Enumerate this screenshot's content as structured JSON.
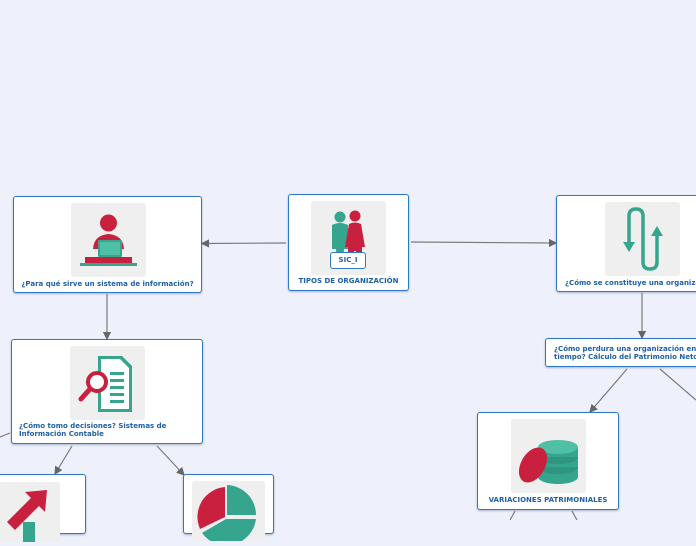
{
  "colors": {
    "background": "#eef1fb",
    "node_border": "#2f78c4",
    "text": "#1f5fa8",
    "red": "#c8203e",
    "teal": "#36a58d"
  },
  "nodes": {
    "center": {
      "title": "TIPOS DE ORGANIZACIÓN",
      "tag": "SIC_I",
      "icon": "people-icon"
    },
    "info_system": {
      "title": "¿Para qué sirve un sistema de información?",
      "icon": "person-computer-icon"
    },
    "constitution": {
      "title": "¿Cómo se constituye una organiza",
      "icon": "flow-arrows-icon"
    },
    "decisions": {
      "title_line1": "¿Cómo tomo decisiones? Sistemas de",
      "title_line2": "Información Contable",
      "icon": "document-search-icon"
    },
    "patrimony": {
      "title_line1": "¿Cómo perdura una organización en",
      "title_line2": "tiempo? Cálculo del Patrimonio Neto",
      "icon": ""
    },
    "variations": {
      "title": "VARIACIONES PATRIMONIALES",
      "icon": "coins-icon"
    },
    "bottom_left": {
      "icon": "growth-arrow-icon"
    },
    "bottom_mid": {
      "icon": "pie-chart-icon"
    }
  }
}
